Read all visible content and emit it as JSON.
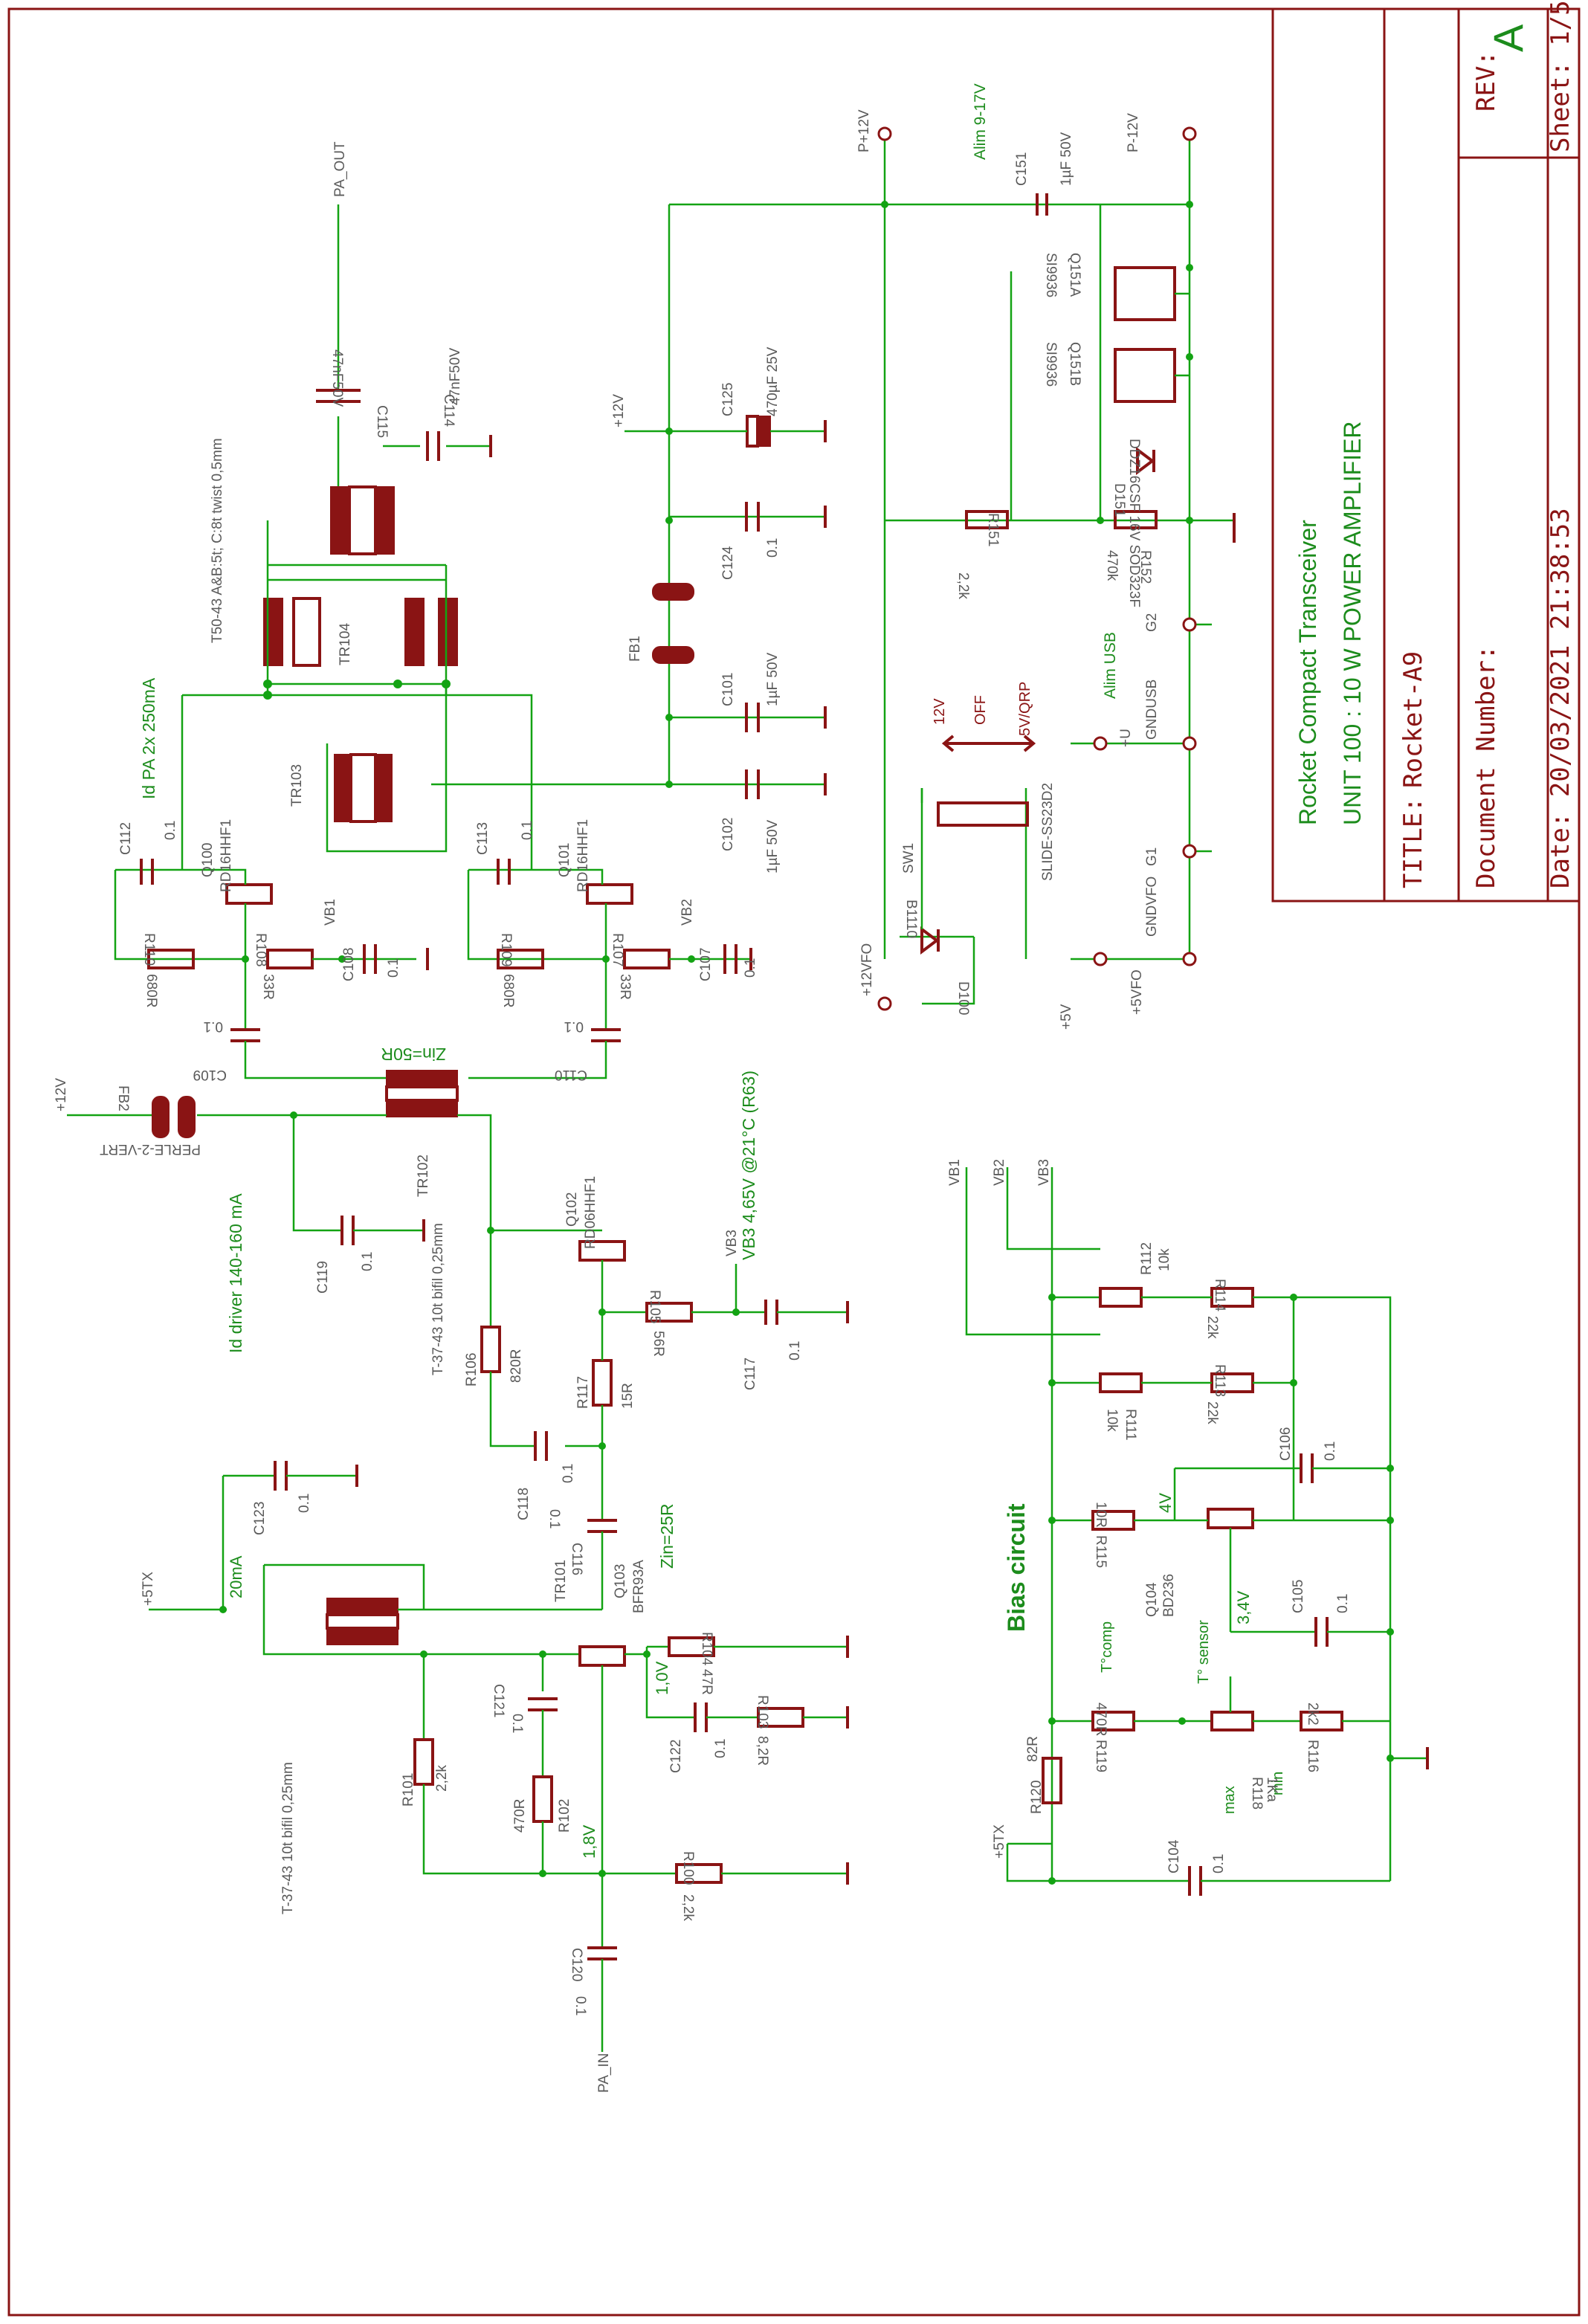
{
  "title_block": {
    "project": "Rocket Compact Transceiver",
    "unit": "UNIT 100 : 10 W POWER AMPLIFIER",
    "title_label": "TITLE:",
    "title_value": "Rocket-A9",
    "docnum_label": "Document Number:",
    "date": "Date: 20/03/2021  21:38:53",
    "rev_label": "REV:",
    "rev_value": "A",
    "sheet": "Sheet: 1/5"
  },
  "annotations": {
    "alim": "Alim 9-17V",
    "alim_usb": "Alim USB",
    "id_pa": "Id PA 2x 250mA",
    "id_driver": "Id driver 140-160 mA",
    "vb3_note": "VB3  4,65V @21°C (R63)",
    "zin50r": "Zin=50R",
    "zin25r": "Zin=25R",
    "bias": "Bias circuit",
    "ma20": "20mA",
    "v18": "1,8V",
    "v10": "1,0V",
    "v4": "4V",
    "v34": "3,4V",
    "tcomp": "T°comp",
    "tsensor": "T° sensor",
    "tr104_note": "T50-43 A&B:5t; C:8t twist 0,5mm",
    "tr102_note": "T-37-43 10t bifil 0,25mm",
    "tr101_note": "T-37-43 10t bifil 0,25mm",
    "sw_12v": "12V",
    "sw_off": "OFF",
    "sw_5v": "5V/QRP",
    "zin50r_in": "Zin=50R"
  },
  "nets": {
    "pa_out": "PA_OUT",
    "pa_in": "PA_IN",
    "p12v": "P+12V",
    "pm12v": "P-12V",
    "v12_fb1": "+12V",
    "v12_fb2": "+12V",
    "v5tx_a": "+5TX",
    "v5tx_b": "+5TX",
    "v12vfo": "+12VFO",
    "v5v": "+5V",
    "v5vfo": "+5VFO",
    "gndvfo": "GNDVFO",
    "gndusb": "GNDUSB",
    "vusb": "+U",
    "g1": "G1",
    "g2": "G2",
    "vb1_a": "VB1",
    "vb2_a": "VB2",
    "vb3_a": "VB3",
    "vb1": "VB1",
    "vb2": "VB2",
    "vb3": "VB3"
  },
  "components": {
    "c115": "C115",
    "c115v": "47nF50V",
    "c114": "C114",
    "c114v": "47nF50V",
    "tr104": "TR104",
    "tr103": "TR103",
    "tr102": "TR102",
    "tr101": "TR101",
    "fb1": "FB1",
    "fb2": "FB2",
    "fb2v": "PERLE-2-VERT",
    "c125": "C125",
    "c125v": "470µF 25V",
    "c124": "C124",
    "c124v": "0.1",
    "c101": "C101",
    "c101v": "1µF 50V",
    "c102": "C102",
    "c102v": "1µF 50V",
    "c151": "C151",
    "c151v": "1µF 50V",
    "q151a": "Q151A",
    "q151b": "Q151B",
    "si9936a": "SI9936",
    "si9936b": "SI9936",
    "d151": "D151",
    "d151v": "DDZ16CSF 16V SOD323F",
    "r151": "R151",
    "r151v": "2,2k",
    "r152": "R152",
    "r152v": "470k",
    "sw1": "SW1",
    "sw1v": "SLIDE-SS23D2",
    "d100": "D100",
    "d100v": "B1110",
    "q100": "Q100",
    "q100v": "RD16HHF1",
    "q101": "Q101",
    "q101v": "RD16HHF1",
    "q102": "Q102",
    "q102v": "RD06HHF1",
    "q103": "Q103",
    "q103v": "BFR93A",
    "q104": "Q104",
    "q104v": "BD236",
    "c112": "C112",
    "c112v": "0.1",
    "c113": "C113",
    "c113v": "0.1",
    "r110": "R110",
    "r110v": "680R",
    "r108": "R108",
    "r108v": "33R",
    "c108": "C108",
    "c108v": "0.1",
    "r109": "R109",
    "r109v": "680R",
    "r107": "R107",
    "r107v": "33R",
    "c107": "C107",
    "c107v": "0.1",
    "c109": "C109",
    "c109v": "0.1",
    "c110": "C110",
    "c110v": "0.1",
    "c119": "C119",
    "c119v": "0.1",
    "r106": "R106",
    "r106v": "820R",
    "r105": "R105",
    "r105v": "56R",
    "r117": "R117",
    "r117v": "15R",
    "c117": "C117",
    "c117v": "0.1",
    "c118": "C118",
    "c118v": "0.1",
    "c116": "C116",
    "c116v": "0.1",
    "c123": "C123",
    "c123v": "0.1",
    "r104": "R104",
    "r104v": "47R",
    "r103": "R103",
    "r103v": "8,2R",
    "c122": "C122",
    "c122v": "0.1",
    "c121": "C121",
    "c121v": "0.1",
    "r101": "R101",
    "r101v": "2,2k",
    "r102": "R102",
    "r102v": "470R",
    "r100": "R100",
    "r100v": "2,2k",
    "c120": "C120",
    "c120v": "0.1",
    "r112": "R112",
    "r112v": "10k",
    "r114": "R114",
    "r114v": "22k",
    "r111": "R111",
    "r111v": "10k",
    "r113": "R113",
    "r113v": "22k",
    "c106": "C106",
    "c106v": "0.1",
    "r115": "R115",
    "r115v": "10R",
    "c105": "C105",
    "c105v": "0.1",
    "r119": "R119",
    "r119v": "470R",
    "r118": "R118",
    "r118v": "1Ka",
    "r116": "R116",
    "r116v": "2k2",
    "r120": "R120",
    "r120v": "82R",
    "c104": "C104",
    "c104v": "0.1",
    "pot_max": "max",
    "pot_min": "min"
  },
  "colors": {
    "frame": "#8a1414",
    "wire": "#13a313",
    "note_text": "#1c8c1c",
    "part_label": "#5a5a5a"
  }
}
